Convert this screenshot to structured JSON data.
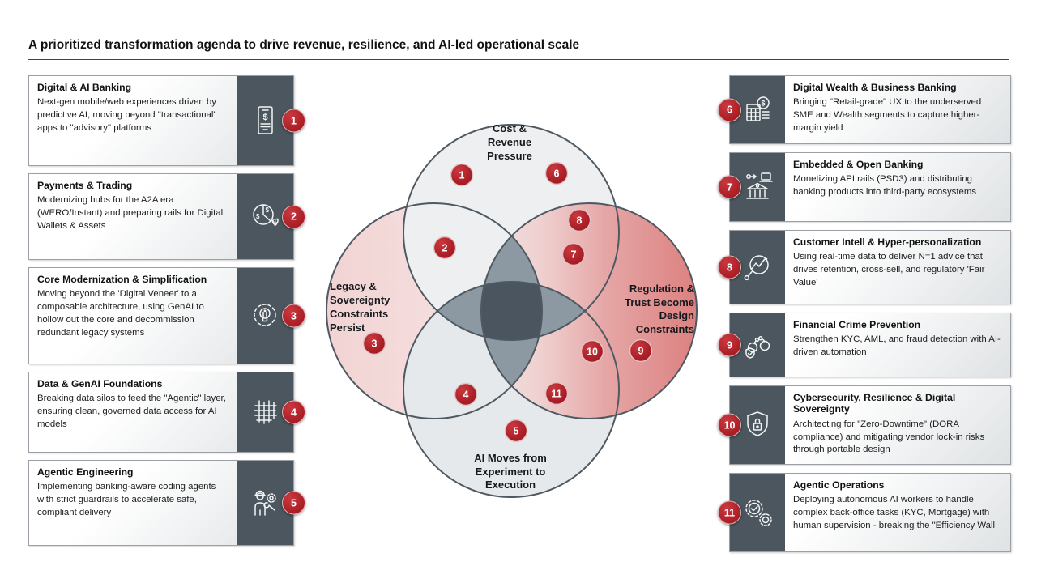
{
  "header": {
    "title": "A prioritized transformation agenda to drive revenue, resilience, and AI-led operational scale"
  },
  "colors": {
    "accent_red": "#b2212a",
    "dark_slate": "#4b565e",
    "circle_gray": "#edeff1",
    "circle_pink": "#f4d9d9",
    "circle_salmon": "#dd8382",
    "overlap_gray": "#8d99a2",
    "overlap_core": "#4a5560"
  },
  "left_cards": [
    {
      "num": "1",
      "title": "Digital & AI Banking",
      "body": "Next-gen mobile/web experiences driven by predictive AI, moving beyond \"transactional\" apps to \"advisory\" platforms",
      "icon": "mobile-banking-icon"
    },
    {
      "num": "2",
      "title": "Payments & Trading",
      "body": "Modernizing hubs for the A2A era (WERO/Instant) and preparing rails for Digital Wallets & Assets",
      "icon": "payments-pie-icon"
    },
    {
      "num": "3",
      "title": "Core Modernization & Simplification",
      "body": "Moving beyond the 'Digital Veneer' to a composable architecture, using GenAI to hollow out the core and decommission redundant legacy systems",
      "icon": "gear-bulb-icon"
    },
    {
      "num": "4",
      "title": "Data & GenAI Foundations",
      "body": "Breaking data silos to feed the \"Agentic\" layer, ensuring clean, governed data access for AI models",
      "icon": "data-grid-icon"
    },
    {
      "num": "5",
      "title": "Agentic Engineering",
      "body": "Implementing banking-aware coding agents with strict guardrails to accelerate safe, compliant delivery",
      "icon": "engineer-icon"
    }
  ],
  "right_cards": [
    {
      "num": "6",
      "title": "Digital Wealth & Business Banking",
      "body": "Bringing \"Retail-grade\" UX to the underserved SME and Wealth segments to capture higher-margin yield",
      "icon": "calculator-coin-icon"
    },
    {
      "num": "7",
      "title": "Embedded & Open Banking",
      "body": "Monetizing API rails (PSD3) and distributing banking products into third-party ecosystems",
      "icon": "bank-api-icon"
    },
    {
      "num": "8",
      "title": "Customer Intell & Hyper-personalization",
      "body": "Using real-time data to deliver N=1 advice that drives retention, cross-sell, and regulatory 'Fair Value'",
      "icon": "insight-magnifier-icon"
    },
    {
      "num": "9",
      "title": "Financial Crime Prevention",
      "body": "Strengthen KYC, AML, and fraud detection with AI-driven automation",
      "icon": "handcuffs-shield-icon"
    },
    {
      "num": "10",
      "title": "Cybersecurity, Resilience & Digital Sovereignty",
      "body": "Architecting for \"Zero-Downtime\" (DORA compliance) and mitigating vendor lock-in risks through portable design",
      "icon": "shield-lock-icon"
    },
    {
      "num": "11",
      "title": "Agentic Operations",
      "body": "Deploying autonomous AI workers to handle complex back-office tasks (KYC, Mortgage) with human supervision - breaking the \"Efficiency Wall",
      "icon": "gears-check-icon"
    }
  ],
  "venn": {
    "top": {
      "lines": [
        "Cost &",
        "Revenue",
        "Pressure"
      ]
    },
    "left": {
      "lines": [
        "Legacy &",
        "Sovereignty",
        "Constraints",
        "Persist"
      ]
    },
    "right": {
      "lines": [
        "Regulation &",
        "Trust Become",
        "Design",
        "Constraints"
      ]
    },
    "bottom": {
      "lines": [
        "AI Moves from",
        "Experiment to",
        "Execution"
      ]
    },
    "badges": [
      {
        "label": "1"
      },
      {
        "label": "2"
      },
      {
        "label": "3"
      },
      {
        "label": "4"
      },
      {
        "label": "5"
      },
      {
        "label": "6"
      },
      {
        "label": "7"
      },
      {
        "label": "8"
      },
      {
        "label": "9"
      },
      {
        "label": "10"
      },
      {
        "label": "11"
      }
    ]
  }
}
